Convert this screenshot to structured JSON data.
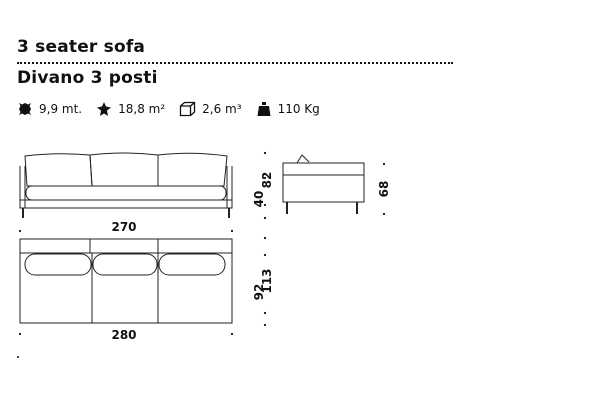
{
  "title_en": "3 seater sofa",
  "title_it": "Divano 3 posti",
  "specs": [
    {
      "icon": "fabric-icon",
      "value": "9,9 mt."
    },
    {
      "icon": "leather-icon",
      "value": "18,8 m²"
    },
    {
      "icon": "volume-box-icon",
      "value": "2,6 m³"
    },
    {
      "icon": "weight-icon",
      "value": "110 Kg"
    }
  ],
  "dimensions": {
    "front_width": "270",
    "seat_height": "40",
    "total_height": "82",
    "side_height": "68",
    "top_width": "280",
    "seat_depth": "92",
    "total_depth": "113"
  }
}
